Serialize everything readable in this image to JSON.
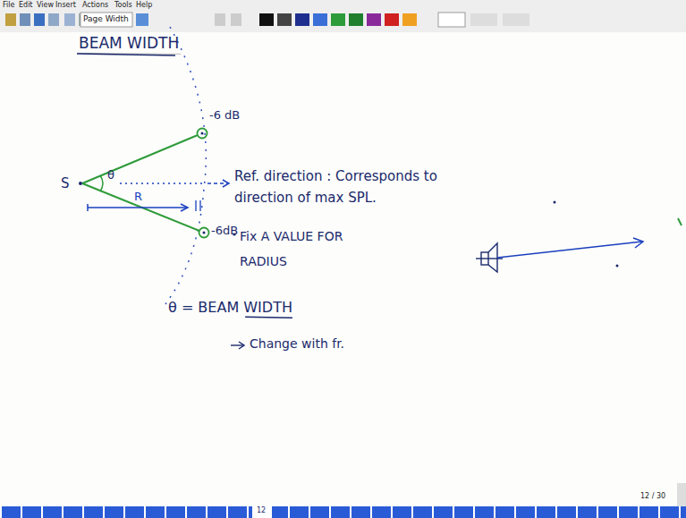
{
  "diagram": {
    "title": "BEAM WIDTH",
    "labels": [
      "File",
      "Edit",
      "View",
      "Insert",
      "Actions",
      "Tools",
      "Help",
      "Page Width",
      "S",
      "θ",
      "R",
      "-6 dB",
      "Ref. direction : Corresponds to direction of max SPL.",
      "-6dB",
      "Fix A VALUE FOR RADIUS",
      "θ = BEAM WIDTH",
      "Change with fr.",
      "12 / 30",
      "12"
    ]
  }
}
